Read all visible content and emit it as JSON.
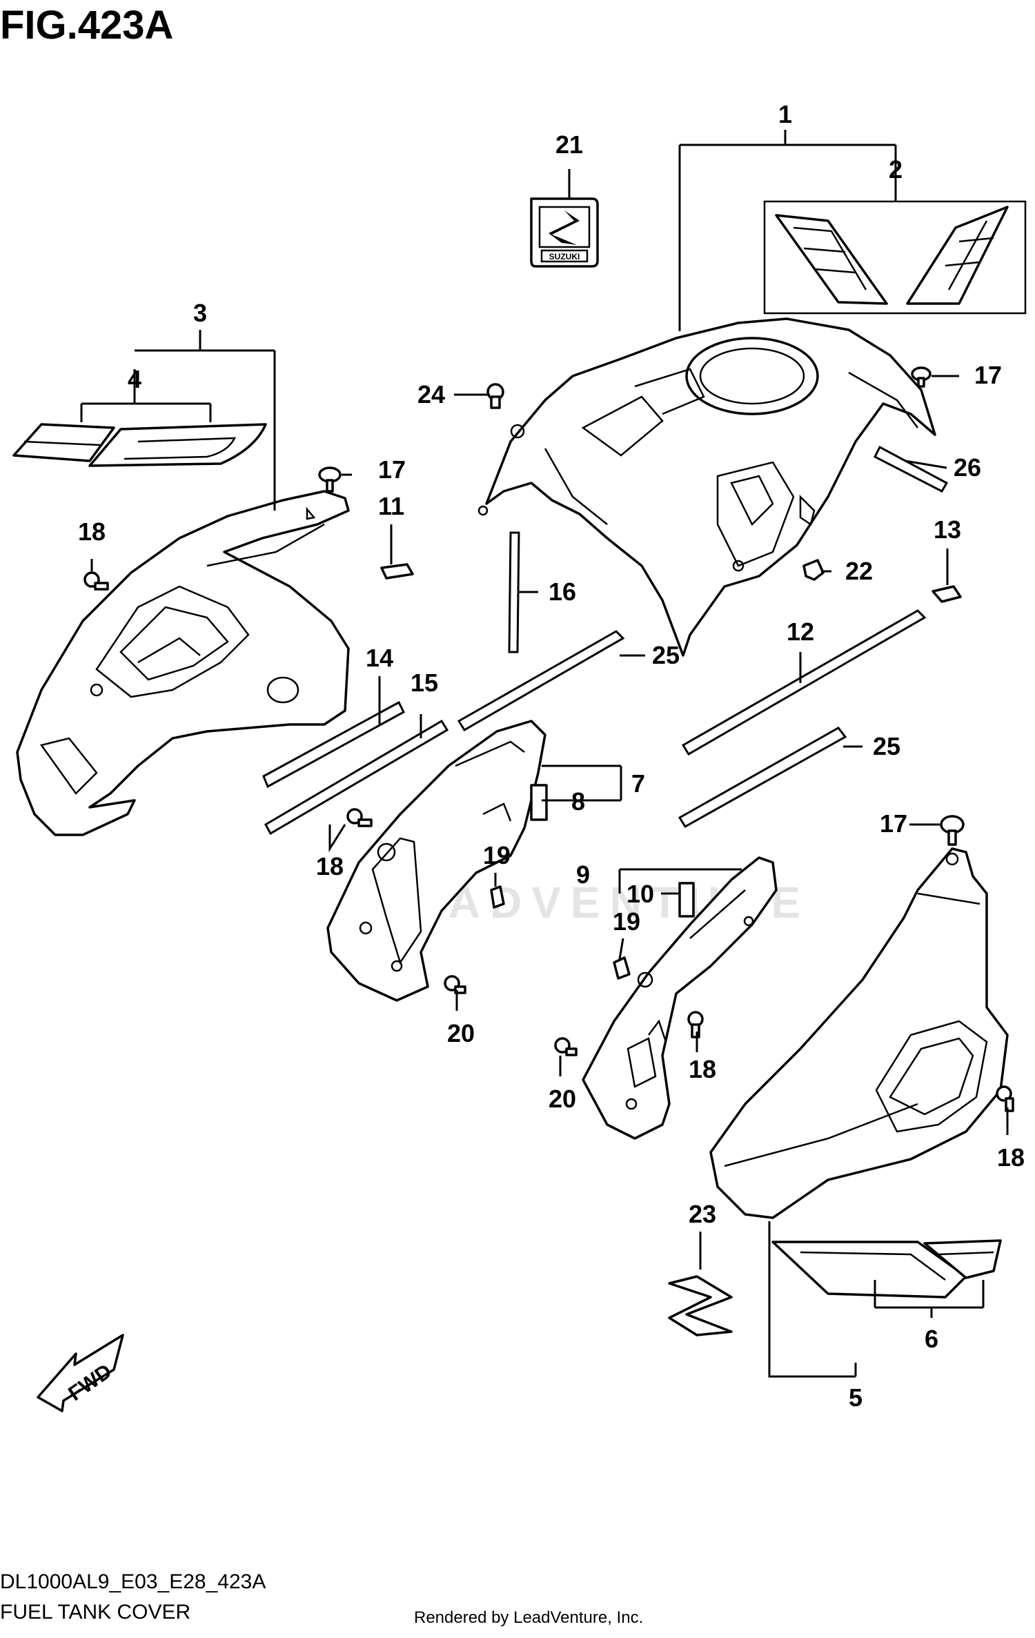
{
  "figure_title": "FIG.423A",
  "model_code": "DL1000AL9_E03_E28_423A",
  "section_name": "FUEL TANK COVER",
  "rendered_by": "Rendered by LeadVenture, Inc.",
  "watermark": "LEADVENTURE",
  "fwd_label": "FWD",
  "emblem_text": "SUZUKI",
  "callouts": {
    "c1": "1",
    "c2": "2",
    "c3": "3",
    "c4": "4",
    "c5": "5",
    "c6": "6",
    "c7": "7",
    "c8": "8",
    "c9": "9",
    "c10": "10",
    "c11": "11",
    "c12": "12",
    "c13": "13",
    "c14": "14",
    "c15": "15",
    "c16": "16",
    "c17a": "17",
    "c17b": "17",
    "c17c": "17",
    "c18a": "18",
    "c18b": "18",
    "c18c": "18",
    "c18d": "18",
    "c19a": "19",
    "c19b": "19",
    "c20a": "20",
    "c20b": "20",
    "c21": "21",
    "c22": "22",
    "c23": "23",
    "c24": "24",
    "c25a": "25",
    "c25b": "25",
    "c26": "26"
  }
}
